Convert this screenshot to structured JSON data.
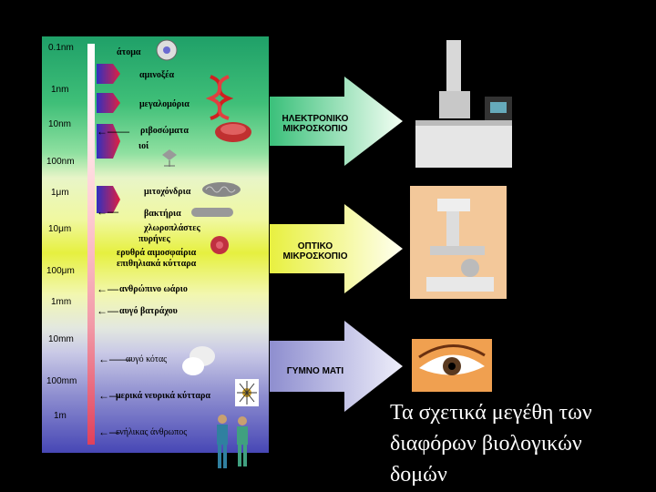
{
  "scale": [
    "0.1nm",
    "1nm",
    "10nm",
    "100nm",
    "1μm",
    "10μm",
    "100μm",
    "1mm",
    "10mm",
    "100mm",
    "1m"
  ],
  "items": {
    "atoms": "άτομα",
    "amino_acids": "αμινοξέα",
    "macromolecules": "μεγαλομόρια",
    "ribosomes": "ριβοσώματα",
    "viruses": "ιοί",
    "mitochondria": "μιτοχόνδρια",
    "bacteria": "βακτήρια",
    "chloroplasts": "χλωροπλάστες",
    "nuclei": "πυρήνες",
    "red_blood_cells": "ερυθρά αιμοσφαίρια",
    "epithelial_cells": "επιθηλιακά κύτταρα",
    "human_egg": "ανθρώπινο ωάριο",
    "frog_egg": "αυγό βατράχου",
    "chicken_egg": "αυγό κότας",
    "nerve_cells": "μερικά νευρικά κύτταρα",
    "adult_human": "ενήλικας άνθρωπος"
  },
  "arrows": {
    "electron": [
      "ΗΛΕΚΤΡΟΝΙΚΟ",
      "ΜΙΚΡΟΣΚΟΠΙΟ"
    ],
    "optical": [
      "ΟΠΤΙΚΟ",
      "ΜΙΚΡΟΣΚΟΠΙΟ"
    ],
    "naked_eye": [
      "ΓΥΜΝΟ ΜΑΤΙ"
    ]
  },
  "caption": [
    "Τα σχετικά μεγέθη των",
    "διαφόρων βιολογικών",
    "δομών"
  ]
}
